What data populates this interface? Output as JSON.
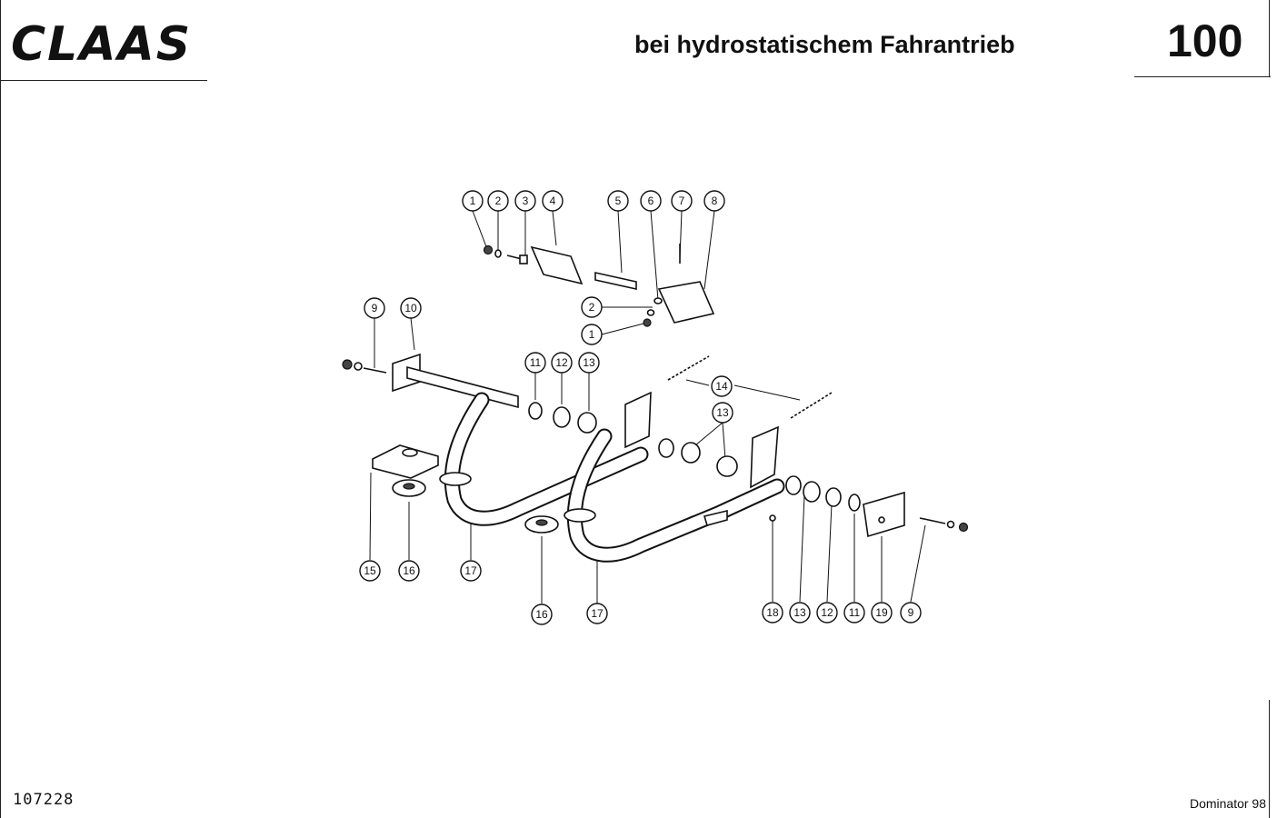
{
  "header": {
    "logo": "CLAAS",
    "title": "bei hydrostatischem Fahrantrieb",
    "page_number": "100"
  },
  "footer": {
    "drawing_number": "107228",
    "model": "Dominator 98"
  },
  "callouts": [
    {
      "id": "c-1a",
      "label": "1"
    },
    {
      "id": "c-2a",
      "label": "2"
    },
    {
      "id": "c-3",
      "label": "3"
    },
    {
      "id": "c-4",
      "label": "4"
    },
    {
      "id": "c-5",
      "label": "5"
    },
    {
      "id": "c-6",
      "label": "6"
    },
    {
      "id": "c-7",
      "label": "7"
    },
    {
      "id": "c-8",
      "label": "8"
    },
    {
      "id": "c-2b",
      "label": "2"
    },
    {
      "id": "c-1b",
      "label": "1"
    },
    {
      "id": "c-9a",
      "label": "9"
    },
    {
      "id": "c-10",
      "label": "10"
    },
    {
      "id": "c-11a",
      "label": "11"
    },
    {
      "id": "c-12a",
      "label": "12"
    },
    {
      "id": "c-13a",
      "label": "13"
    },
    {
      "id": "c-14",
      "label": "14"
    },
    {
      "id": "c-13b",
      "label": "13"
    },
    {
      "id": "c-15",
      "label": "15"
    },
    {
      "id": "c-16a",
      "label": "16"
    },
    {
      "id": "c-17a",
      "label": "17"
    },
    {
      "id": "c-16b",
      "label": "16"
    },
    {
      "id": "c-17b",
      "label": "17"
    },
    {
      "id": "c-18",
      "label": "18"
    },
    {
      "id": "c-13c",
      "label": "13"
    },
    {
      "id": "c-12b",
      "label": "12"
    },
    {
      "id": "c-11b",
      "label": "11"
    },
    {
      "id": "c-19",
      "label": "19"
    },
    {
      "id": "c-9b",
      "label": "9"
    }
  ]
}
